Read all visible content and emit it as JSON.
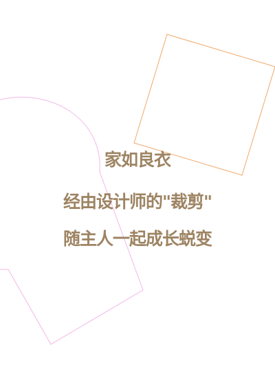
{
  "text_lines": [
    "家如良衣",
    "经由设计师的\"裁剪\"",
    "随主人一起成长蜕变"
  ],
  "colors": {
    "text": "#9e8463",
    "square_outline": "#f0a86a",
    "curve_outline": "#f2b8e6",
    "background": "#ffffff"
  }
}
